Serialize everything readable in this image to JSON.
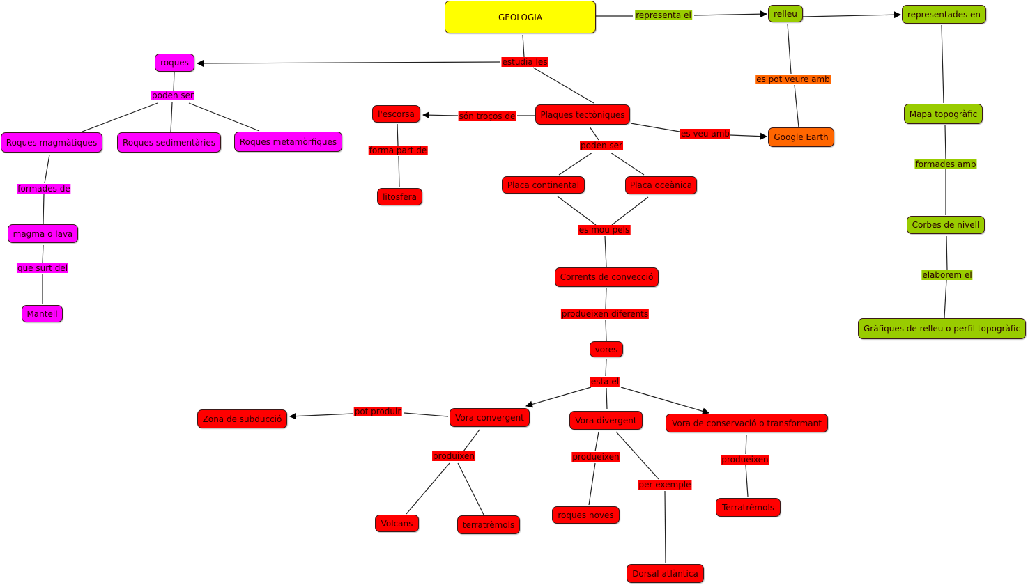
{
  "colors": {
    "root": "#ffff00",
    "relief": "#99cc00",
    "google": "#ff6600",
    "rocks": "#ff00ff",
    "plates": "#ff0000"
  },
  "nodes": {
    "geologia": "GEOLOGIA",
    "relleu": "relleu",
    "representades_en": "representades en",
    "mapa_topografic": "Mapa topogràfic",
    "corbes_de_nivell": "Corbes de nivell",
    "grafiques": "Gràfiques de relleu o perfil topogràfic",
    "google_earth": "Google Earth",
    "roques": "roques",
    "roques_magmatiques": "Roques magmàtiques",
    "roques_sedimentaries": "Roques sedimentàries",
    "roques_metamorfiques": "Roques metamòrfiques",
    "magma_o_lava": "magma o lava",
    "mantell": "Mantell",
    "escorsa": "l'escorsa",
    "plaques": "Plaques tectòniques",
    "litosfera": "litosfera",
    "placa_continental": "Placa continental",
    "placa_oceanica": "Placa oceànica",
    "corrents": "Corrents de convecció",
    "vores": "vores",
    "zona_subduccio": "Zona de subducció",
    "vora_convergent": "Vora convergent",
    "vora_divergent": "Vora divergent",
    "vora_conservacio": "Vora de conservació o transformant",
    "volcans": "Volcans",
    "terratremols_1": "terratrèmols",
    "roques_noves": "roques noves",
    "terratremols_2": "Terratrèmols",
    "dorsal": "Dorsal atlàntica"
  },
  "links": {
    "representa_el": "representa el",
    "estudia_les": "estudia les",
    "poden_ser_roques": "poden ser",
    "son_trocos_de": "són troços de",
    "es_veu_amb": "es veu amb",
    "es_pot_veure_amb": "es pot veure amb",
    "forma_part_de": "forma part de",
    "poden_ser_plaques": "poden ser",
    "formades_de": "formades de",
    "que_surt_del": "que surt del",
    "es_mou_pels": "es mou pels",
    "formades_amb": "formades amb",
    "elaborem_el": "elaborem el",
    "produeixen_diferents": "produeixen diferents",
    "esta_el": "esta el",
    "pot_produir": "pot produir",
    "produixen": "produixen",
    "produeixen_div": "produeixen",
    "per_exemple": "per exemple",
    "produeixen_cons": "produeixen"
  }
}
